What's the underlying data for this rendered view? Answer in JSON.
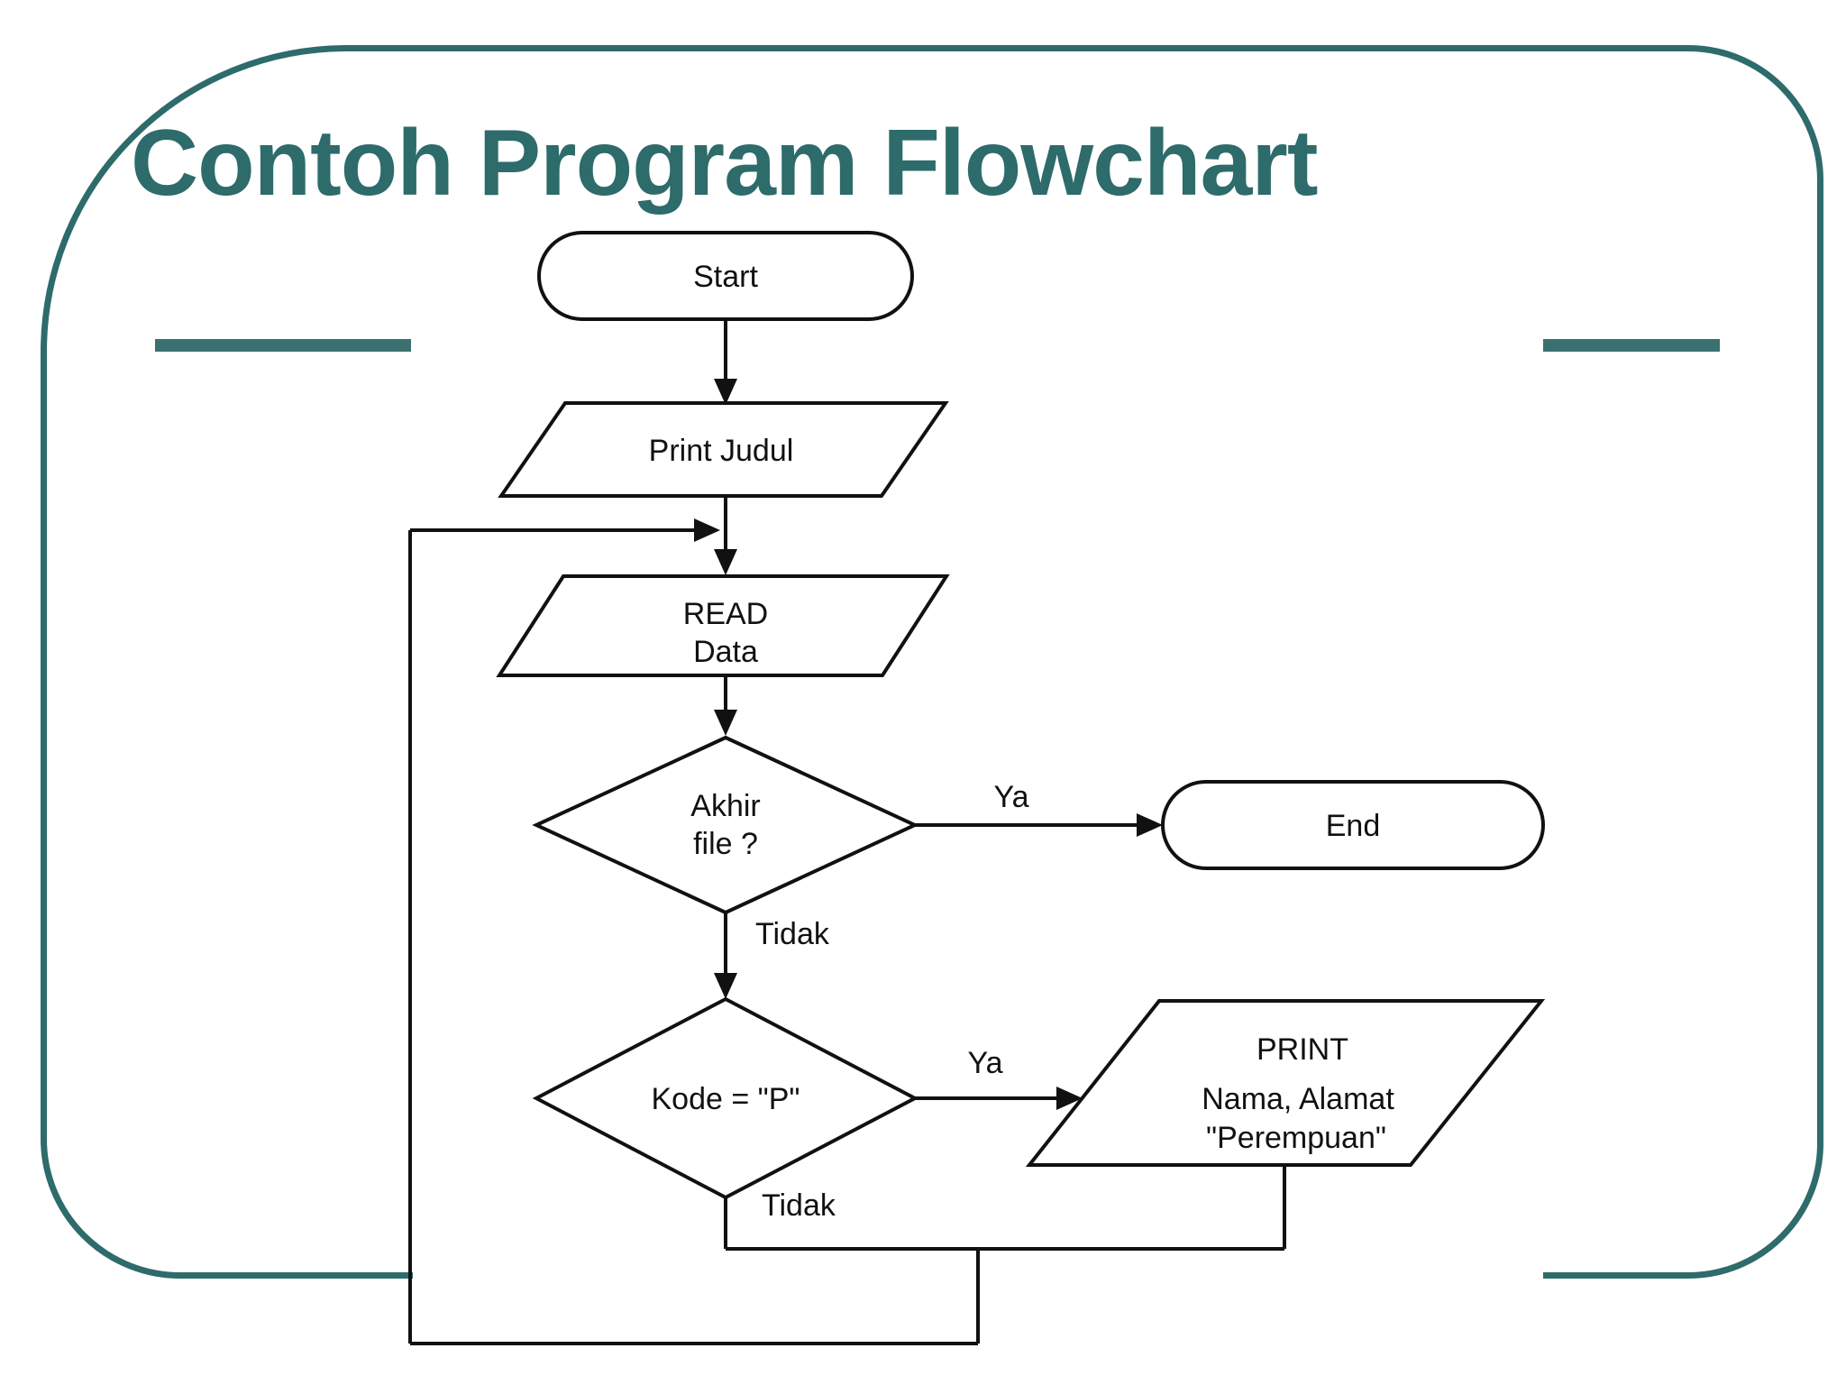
{
  "title": "Contoh Program Flowchart",
  "colors": {
    "accent_teal": "#2E6B6B",
    "shape_stroke": "#111111",
    "background": "#ffffff"
  },
  "flowchart": {
    "nodes": {
      "start": {
        "type": "terminator",
        "label": "Start"
      },
      "print_judul": {
        "type": "io",
        "label": "Print Judul"
      },
      "read_data": {
        "type": "io",
        "line1": "READ",
        "line2": "Data"
      },
      "akhir_file": {
        "type": "decision",
        "line1": "Akhir",
        "line2": "file ?"
      },
      "end": {
        "type": "terminator",
        "label": "End"
      },
      "kode_p": {
        "type": "decision",
        "label": "Kode = \"P\""
      },
      "print_nama": {
        "type": "io",
        "line1": "PRINT",
        "line2": "Nama, Alamat",
        "line3": "\"Perempuan\""
      }
    },
    "edge_labels": {
      "ya1": "Ya",
      "tidak1": "Tidak",
      "ya2": "Ya",
      "tidak2": "Tidak"
    }
  }
}
